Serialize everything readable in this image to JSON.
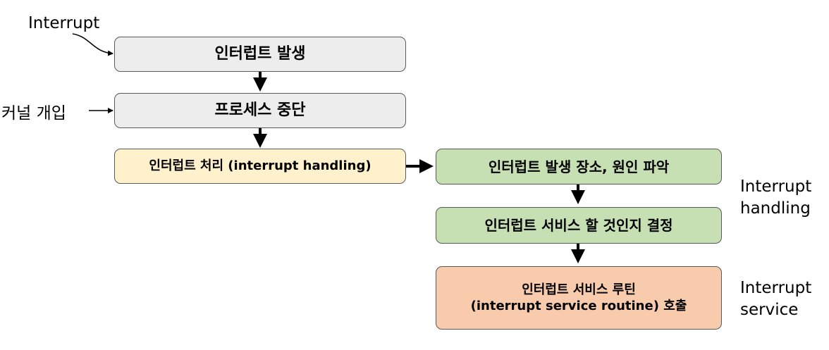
{
  "labels": {
    "interrupt": "Interrupt",
    "kernel_entry": "커널 개입",
    "interrupt_handling": "Interrupt\nhandling",
    "interrupt_service": "Interrupt\nservice"
  },
  "boxes": {
    "interrupt_occurs": "인터럽트 발생",
    "process_stop": "프로세스 중단",
    "interrupt_handling": "인터럽트 처리 (interrupt handling)",
    "find_cause": "인터럽트 발생 장소, 원인 파악",
    "decide_service": "인터럽트 서비스 할 것인지 결정",
    "call_isr": "인터럽트 서비스 루틴\n(interrupt service routine) 호출"
  },
  "colors": {
    "gray": "#ededed",
    "yellow": "#fff1cc",
    "green": "#c6e0b4",
    "orange": "#f8cbad",
    "border": "#5a5a5a"
  }
}
